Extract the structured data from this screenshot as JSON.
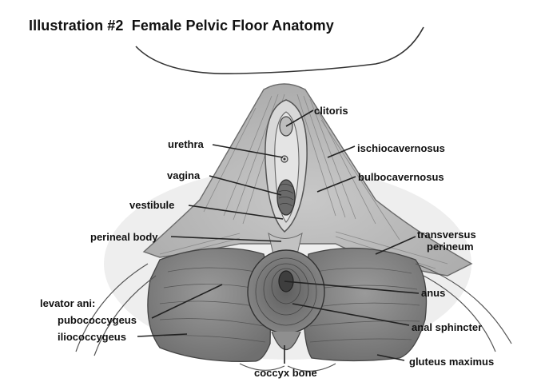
{
  "figure": {
    "title": "Illustration #2  Female Pelvic Floor Anatomy",
    "labels": {
      "clitoris": "clitoris",
      "urethra": "urethra",
      "ischiocavernosus": "ischiocavernosus",
      "vagina": "vagina",
      "bulbocavernosus": "bulbocavernosus",
      "vestibule": "vestibule",
      "transversus_1": "transversus",
      "transversus_2": "perineum",
      "perineal_body": "perineal body",
      "levator_ani": "levator ani:",
      "anus": "anus",
      "pubococcygeus": "pubococcygeus",
      "anal_sphincter": "anal sphincter",
      "iliococcygeus": "iliococcygeus",
      "gluteus_maximus": "gluteus maximus",
      "coccyx_bone": "coccyx bone"
    }
  },
  "colors": {
    "background": "#ffffff",
    "muscle_dark": "#7e7e7e",
    "muscle_mid": "#a9a9a9",
    "muscle_light": "#cfcfcf",
    "line": "#222222"
  }
}
